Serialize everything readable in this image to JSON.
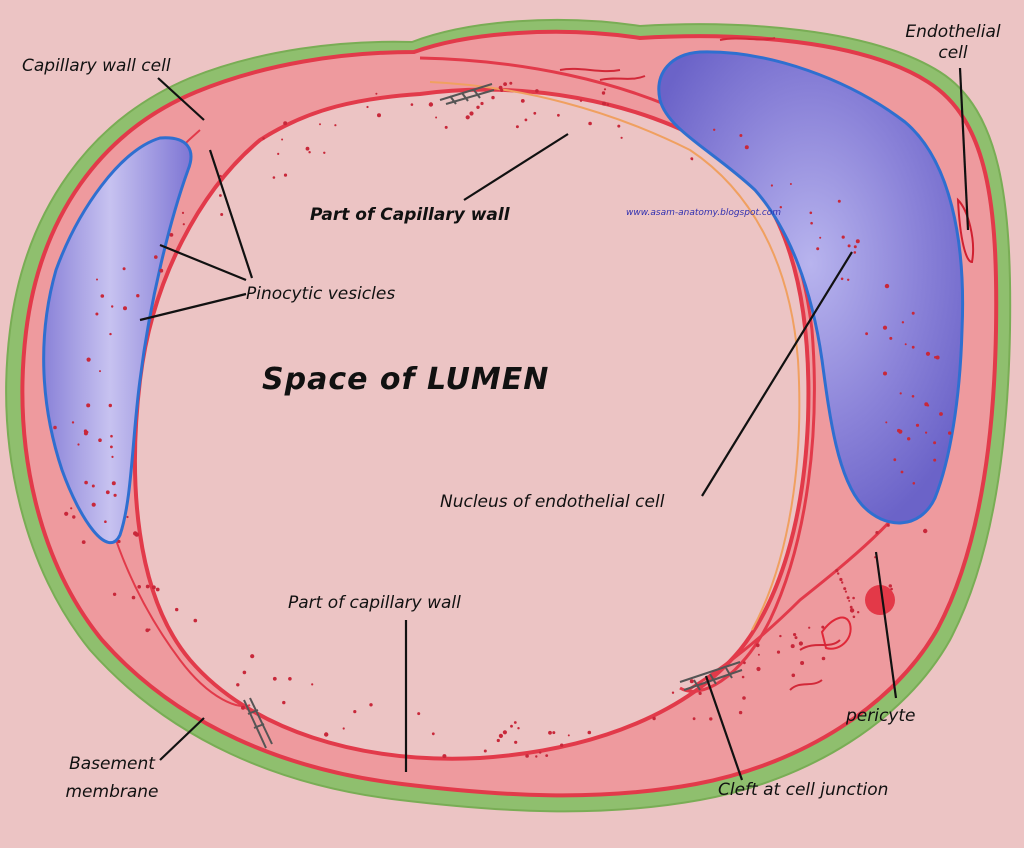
{
  "labels": {
    "capillary_wall_cell": "Capillary wall cell",
    "endothelial_cell": [
      "Endothelial",
      "cell"
    ],
    "part_of_capillary_wall_top": "Part of Capillary wall",
    "website": "www.asam-anatomy.blogspot.com",
    "pinocytic_vesicles": "Pinocytic vesicles",
    "space_of_lumen": "Space  of  LUMEN",
    "nucleus_of_endothelial_cell": "Nucleus of endothelial cell",
    "part_of_capillary_wall_bottom": "Part of capillary wall",
    "pericyte": "pericyte",
    "basement_membrane": [
      "Basement",
      "membrane"
    ],
    "cleft_at_cell_junction": "Cleft at cell junction"
  },
  "colors": {
    "background": "#ecc4c4",
    "basement_membrane": "#8fbf6e",
    "wall_tissue": "#ee9a9e",
    "wall_outline": "#e23a4a",
    "nucleus_fill": "#7a72d0",
    "nucleus_outline": "#2f6fd0",
    "pericyte_dot": "#e02838"
  }
}
